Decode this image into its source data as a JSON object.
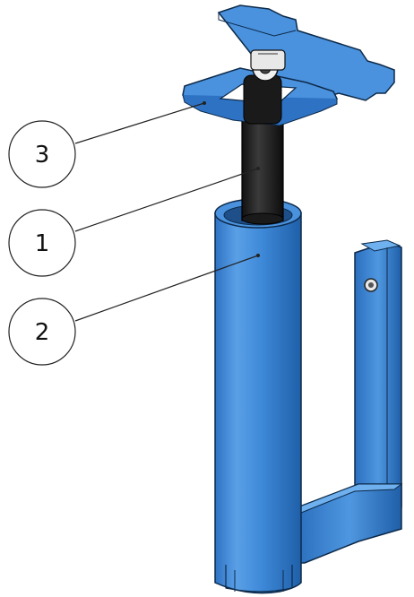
{
  "drawing": {
    "balloons": [
      {
        "label": "3",
        "part": "top-plate"
      },
      {
        "label": "1",
        "part": "inner-rod"
      },
      {
        "label": "2",
        "part": "outer-tube"
      }
    ]
  },
  "colors": {
    "blue_light": "#5aa0e6",
    "blue_mid": "#3b84d6",
    "blue_dark": "#1f5fa8",
    "outline": "#0d2a4a",
    "rod_dark": "#1a1a1a",
    "rod_light": "#4a4a4a",
    "leader": "#222222"
  }
}
